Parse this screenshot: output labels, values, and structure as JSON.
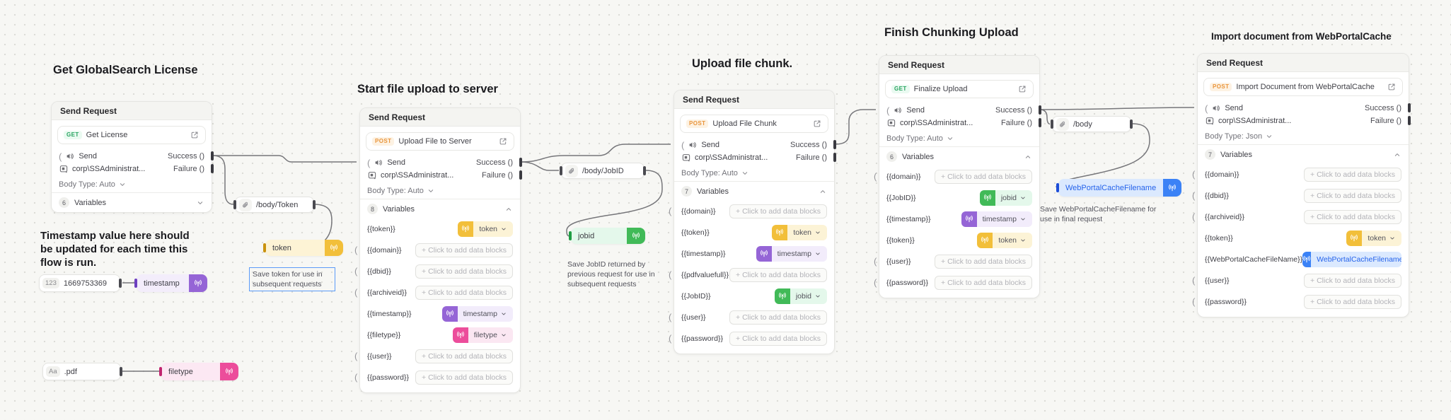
{
  "icons": {
    "port_in": "(",
    "used": [
      "send-icon",
      "credential-icon",
      "external-link-icon",
      "paperclip-icon",
      "broadcast-icon",
      "chevron-down-icon",
      "chevron-up-icon"
    ]
  },
  "shared": {
    "node_header": "Send Request",
    "send_label": "Send",
    "success_label": "Success ()",
    "failure_label": "Failure ()",
    "auth_text": "corp\\SSAdministrat...",
    "variables_label": "Variables",
    "add_blocks_placeholder": "+ Click to add data blocks"
  },
  "flow_titles": [
    "Get GlobalSearch License",
    "Start file upload to server",
    "Upload file chunk.",
    "Finish Chunking Upload",
    "Import document from WebPortalCache"
  ],
  "nodes": [
    {
      "method": "GET",
      "request_name": "Get License",
      "body_type": "Body Type: Auto",
      "variables_count": "6",
      "collapsed": true,
      "variables": []
    },
    {
      "method": "POST",
      "request_name": "Upload File to Server",
      "body_type": "Body Type: Auto",
      "variables_count": "8",
      "collapsed": false,
      "variables": [
        {
          "name": "{{token}}",
          "chip": "token",
          "color": "yellow"
        },
        {
          "name": "{{domain}}",
          "placeholder": true
        },
        {
          "name": "{{dbid}}",
          "placeholder": true
        },
        {
          "name": "{{archiveid}}",
          "placeholder": true
        },
        {
          "name": "{{timestamp}}",
          "chip": "timestamp",
          "color": "purple"
        },
        {
          "name": "{{filetype}}",
          "chip": "filetype",
          "color": "pink"
        },
        {
          "name": "{{user}}",
          "placeholder": true
        },
        {
          "name": "{{password}}",
          "placeholder": true
        }
      ]
    },
    {
      "method": "POST",
      "request_name": "Upload File Chunk",
      "body_type": "Body Type: Auto",
      "variables_count": "7",
      "collapsed": false,
      "variables": [
        {
          "name": "{{domain}}",
          "placeholder": true
        },
        {
          "name": "{{token}}",
          "chip": "token",
          "color": "yellow"
        },
        {
          "name": "{{timestamp}}",
          "chip": "timestamp",
          "color": "purple"
        },
        {
          "name": "{{pdfvaluefull}}",
          "placeholder": true
        },
        {
          "name": "{{JobID}}",
          "chip": "jobid",
          "color": "green"
        },
        {
          "name": "{{user}}",
          "placeholder": true
        },
        {
          "name": "{{password}}",
          "placeholder": true
        }
      ]
    },
    {
      "method": "GET",
      "request_name": "Finalize Upload",
      "body_type": "Body Type: Auto",
      "variables_count": "6",
      "collapsed": false,
      "variables": [
        {
          "name": "{{domain}}",
          "placeholder": true
        },
        {
          "name": "{{JobID}}",
          "chip": "jobid",
          "color": "green"
        },
        {
          "name": "{{timestamp}}",
          "chip": "timestamp",
          "color": "purple"
        },
        {
          "name": "{{token}}",
          "chip": "token",
          "color": "yellow"
        },
        {
          "name": "{{user}}",
          "placeholder": true
        },
        {
          "name": "{{password}}",
          "placeholder": true
        }
      ]
    },
    {
      "method": "POST",
      "request_name": "Import Document from WebPortalCache",
      "body_type": "Body Type: Json",
      "variables_count": "7",
      "collapsed": false,
      "variables": [
        {
          "name": "{{domain}}",
          "placeholder": true
        },
        {
          "name": "{{dbid}}",
          "placeholder": true
        },
        {
          "name": "{{archiveid}}",
          "placeholder": true
        },
        {
          "name": "{{token}}",
          "chip": "token",
          "color": "yellow"
        },
        {
          "name": "{{WebPortalCacheFileName}}",
          "chip": "WebPortalCacheFilename",
          "color": "blue"
        },
        {
          "name": "{{user}}",
          "placeholder": true
        },
        {
          "name": "{{password}}",
          "placeholder": true
        }
      ]
    }
  ],
  "mini": {
    "timestamp_value": {
      "badge": "123",
      "value": "1669753369"
    },
    "timestamp_bcast": {
      "label": "timestamp"
    },
    "pdf_value": {
      "badge": "Aa",
      "value": ".pdf"
    },
    "filetype_bcast": {
      "label": "filetype"
    },
    "body_token": {
      "label": "/body/Token"
    },
    "token_bcast": {
      "label": "token"
    },
    "body_jobid": {
      "label": "/body/JobID"
    },
    "jobid_bcast": {
      "label": "jobid"
    },
    "body": {
      "label": "/body"
    },
    "wpcf_bcast": {
      "label": "WebPortalCacheFilename"
    }
  },
  "notes": {
    "timestamp": "Timestamp value here should be updated for each time this flow is run.",
    "token": "Save token for use in subsequent requests",
    "jobid": "Save JobID returned by previous request for use in subsequent requests",
    "wpcf": "Save WebPortalCacheFilename for use in final request"
  },
  "colors": {
    "token": "#f2bf3a",
    "timestamp": "#9565d6",
    "filetype": "#ec4d9b",
    "jobid": "#41ba58",
    "webportalcachefilename": "#3b82f6",
    "method_get": "#27a35f",
    "method_post": "#e9953c",
    "wire": "#76767a",
    "canvas": "#f7f7f4"
  }
}
